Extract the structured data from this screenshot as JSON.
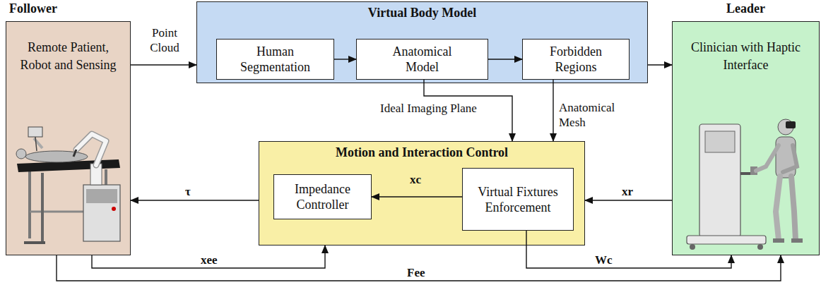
{
  "diagram": {
    "nodes": [
      {
        "text": [
          "Follower",
          "Remote Patient, Robot and Sensing"
        ]
      },
      {
        "text": [
          "Virtual Body Model"
        ]
      },
      {
        "text": [
          "Human Segmentation"
        ],
        "in": 1
      },
      {
        "text": [
          "Anatomical Model"
        ],
        "in": 1
      },
      {
        "text": [
          "Forbidden Regions"
        ],
        "in": 1
      },
      {
        "text": [
          "Leader",
          "Clinician with Haptic Interface"
        ]
      },
      {
        "text": [
          "Motion and Interaction Control"
        ]
      },
      {
        "text": [
          "Impedance Controller"
        ],
        "in": 6
      },
      {
        "text": [
          "Virtual Fixtures Enforcement"
        ],
        "in": 6
      }
    ],
    "edges": [
      {
        "from": 0,
        "to": 1,
        "label": "Point Cloud",
        "arrow": "to"
      },
      {
        "from": 2,
        "to": 3,
        "arrow": "to"
      },
      {
        "from": 3,
        "to": 4,
        "arrow": "to"
      },
      {
        "from": 1,
        "to": 5,
        "arrow": "to"
      },
      {
        "from": 3,
        "to": 6,
        "label": "Ideal Imaging Plane",
        "arrow": "to"
      },
      {
        "from": 4,
        "to": 6,
        "label": "Anatomical Mesh",
        "arrow": "to"
      },
      {
        "from": 8,
        "to": 7,
        "label": "xc",
        "arrow": "to"
      },
      {
        "from": 6,
        "to": 0,
        "label": "τ",
        "arrow": "to"
      },
      {
        "from": 5,
        "to": 6,
        "label": "xr",
        "arrow": "to"
      },
      {
        "from": 0,
        "to": 6,
        "label": "xee",
        "arrow": "to"
      },
      {
        "from": 8,
        "to": 5,
        "label": "Wc",
        "arrow": "to"
      },
      {
        "from": 0,
        "to": 5,
        "label": "Fee",
        "arrow": "to"
      }
    ]
  }
}
